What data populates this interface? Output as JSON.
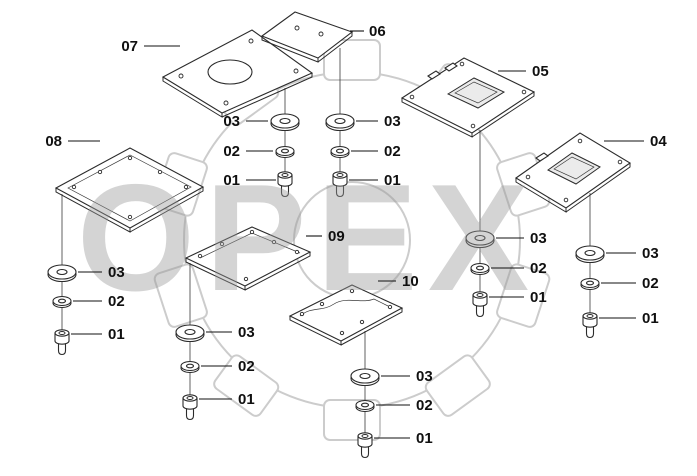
{
  "watermark": {
    "text": "OPEX"
  },
  "labels": {
    "p01": "01",
    "p02": "02",
    "p03": "03",
    "p04": "04",
    "p05": "05",
    "p06": "06",
    "p07": "07",
    "p08": "08",
    "p09": "09",
    "p10": "10"
  }
}
